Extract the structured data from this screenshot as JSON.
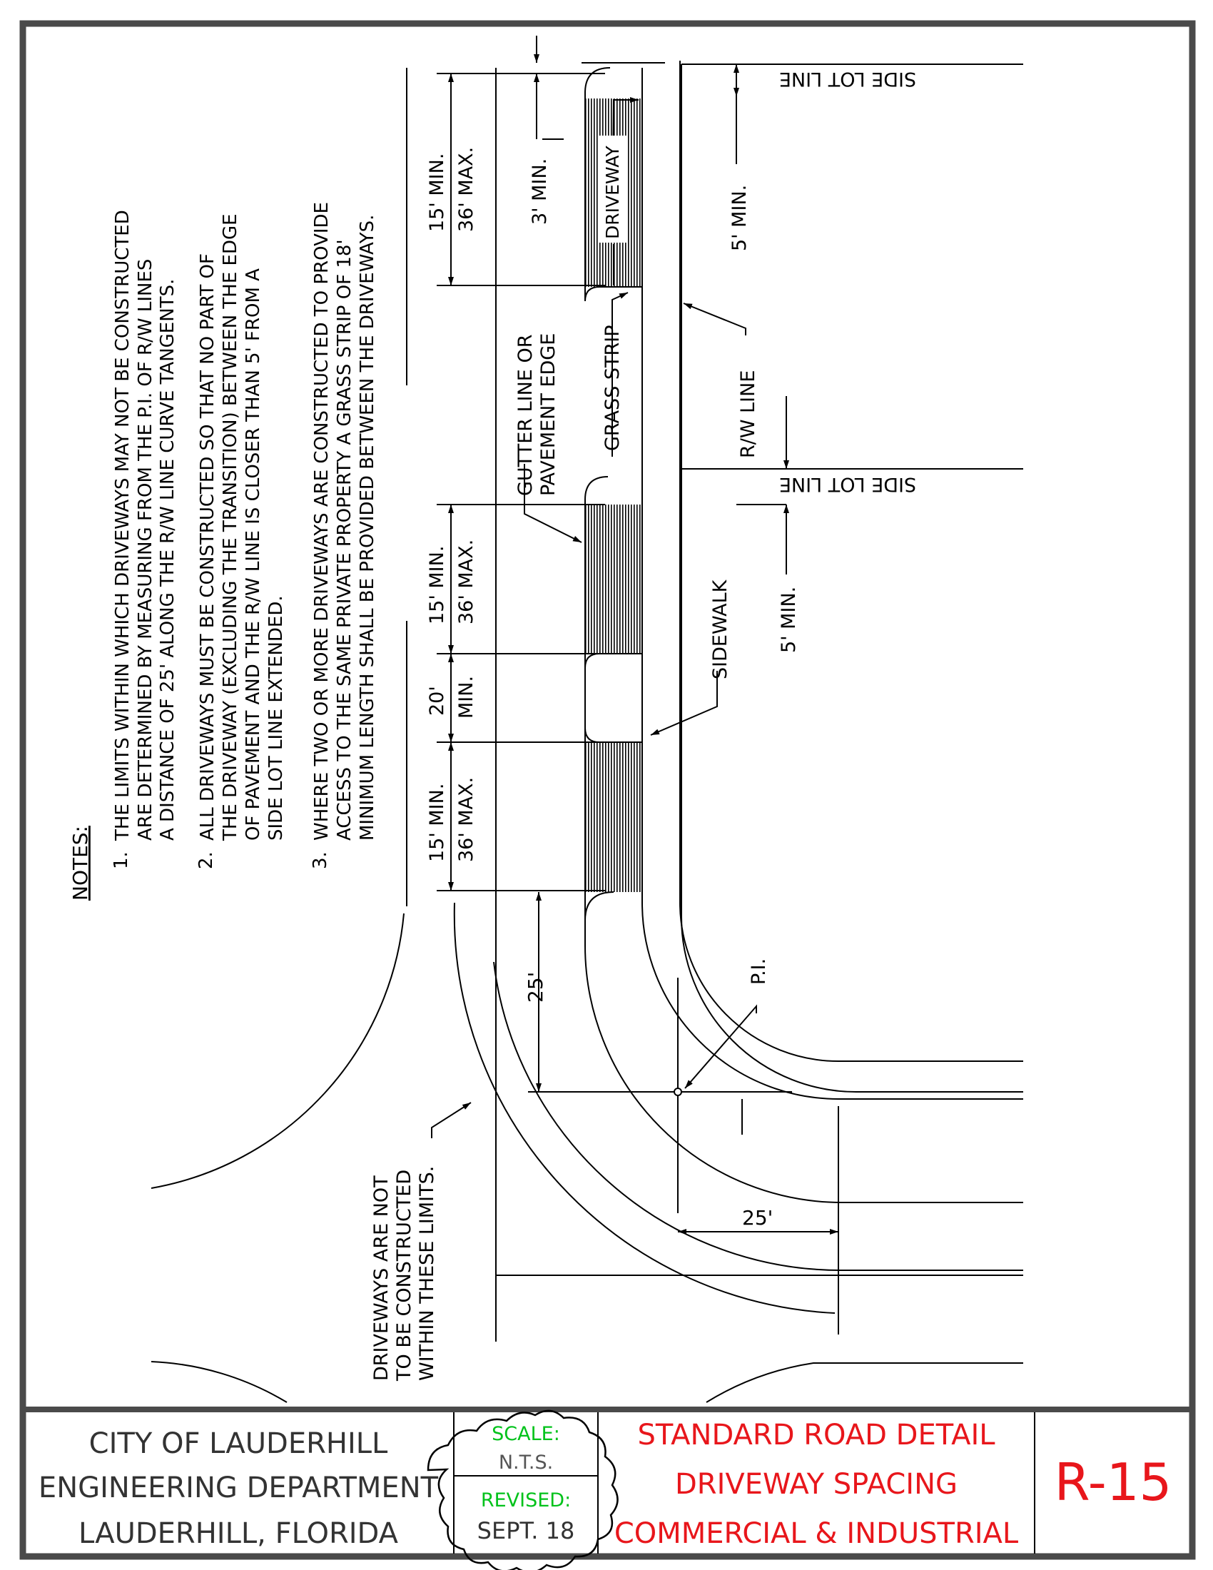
{
  "notes": {
    "heading": "NOTES:",
    "items": [
      {
        "num": "1.",
        "lines": [
          "THE LIMITS WITHIN WHICH DRIVEWAYS MAY NOT BE CONSTRUCTED",
          "ARE DETERMINED BY MEASURING FROM THE P.I. OF R/W LINES",
          "A DISTANCE OF 25' ALONG THE R/W LINE CURVE TANGENTS."
        ]
      },
      {
        "num": "2.",
        "lines": [
          "ALL DRIVEWAYS MUST BE CONSTRUCTED SO THAT NO PART OF",
          "THE DRIVEWAY (EXCLUDING THE TRANSITION) BETWEEN THE EDGE",
          "OF PAVEMENT AND THE R/W LINE IS CLOSER THAN 5' FROM A",
          "SIDE LOT LINE EXTENDED."
        ]
      },
      {
        "num": "3.",
        "lines": [
          "WHERE TWO OR MORE DRIVEWAYS ARE CONSTRUCTED TO PROVIDE",
          "ACCESS TO THE SAME PRIVATE PROPERTY A GRASS STRIP OF 18'",
          "MINIMUM LENGTH SHALL BE PROVIDED BETWEEN THE DRIVEWAYS."
        ]
      }
    ]
  },
  "labels": {
    "side_lot_line_top": "SIDE LOT LINE",
    "side_lot_line_mid": "SIDE LOT LINE",
    "driveway": "DRIVEWAY",
    "grass_strip": "GRASS STRIP",
    "gutter_line_1": "GUTTER LINE OR",
    "gutter_line_2": "PAVEMENT EDGE",
    "rw_line": "R/W LINE",
    "sidewalk": "SIDEWALK",
    "pi": "P.I.",
    "limits_1": "DRIVEWAYS ARE NOT",
    "limits_2": "TO BE CONSTRUCTED",
    "limits_3": "WITHIN THESE LIMITS."
  },
  "dimensions": {
    "top_width_min": "15' MIN.",
    "top_width_max": "36' MAX.",
    "three_min": "3' MIN.",
    "five_min_top": "5' MIN.",
    "five_min_mid": "5' MIN.",
    "mid_width_min": "15' MIN.",
    "mid_width_max": "36' MAX.",
    "gap_value": "20'",
    "gap_min": "MIN.",
    "low_width_min": "15' MIN.",
    "low_width_max": "36' MAX.",
    "tangent_vertical": "25'",
    "tangent_horizontal": "25'"
  },
  "title_block": {
    "org_1": "CITY OF LAUDERHILL",
    "org_2": "ENGINEERING DEPARTMENT",
    "org_3": "LAUDERHILL, FLORIDA",
    "scale_label": "SCALE:",
    "scale_value": "N.T.S.",
    "revised_label": "REVISED:",
    "revised_value": "SEPT. 18",
    "title_1": "STANDARD ROAD DETAIL",
    "title_2": "DRIVEWAY SPACING",
    "title_3": "COMMERCIAL & INDUSTRIAL",
    "sheet_no": "R-15"
  },
  "colors": {
    "ink": "#000000",
    "title_red": "#e8161b",
    "label_green": "#00c21a",
    "revision_cloud": "#000000"
  }
}
